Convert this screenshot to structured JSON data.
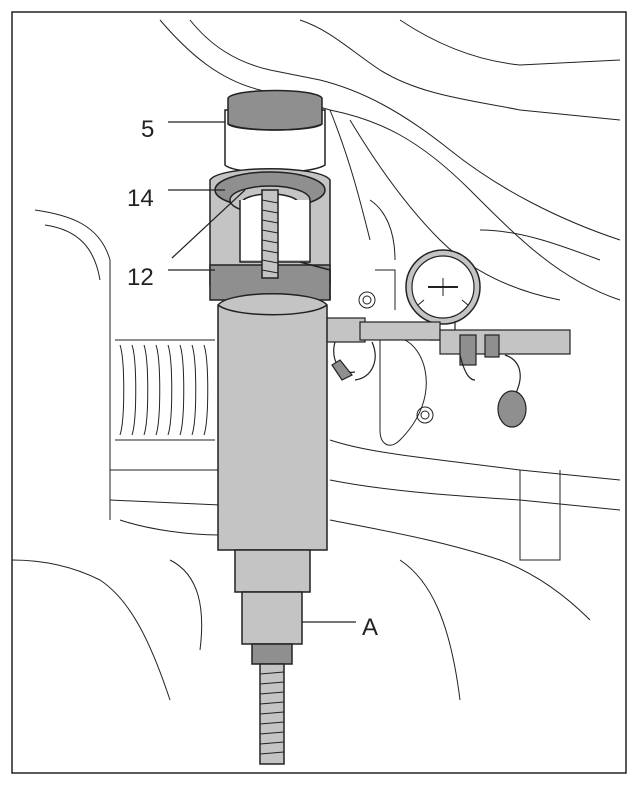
{
  "callouts": {
    "label_5": "5",
    "label_14": "14",
    "label_12": "12",
    "label_a": "A"
  },
  "colors": {
    "line": "#222222",
    "tool_gray": "#c4c4c4",
    "tool_dark": "#8f8f8f",
    "background": "#ffffff"
  }
}
